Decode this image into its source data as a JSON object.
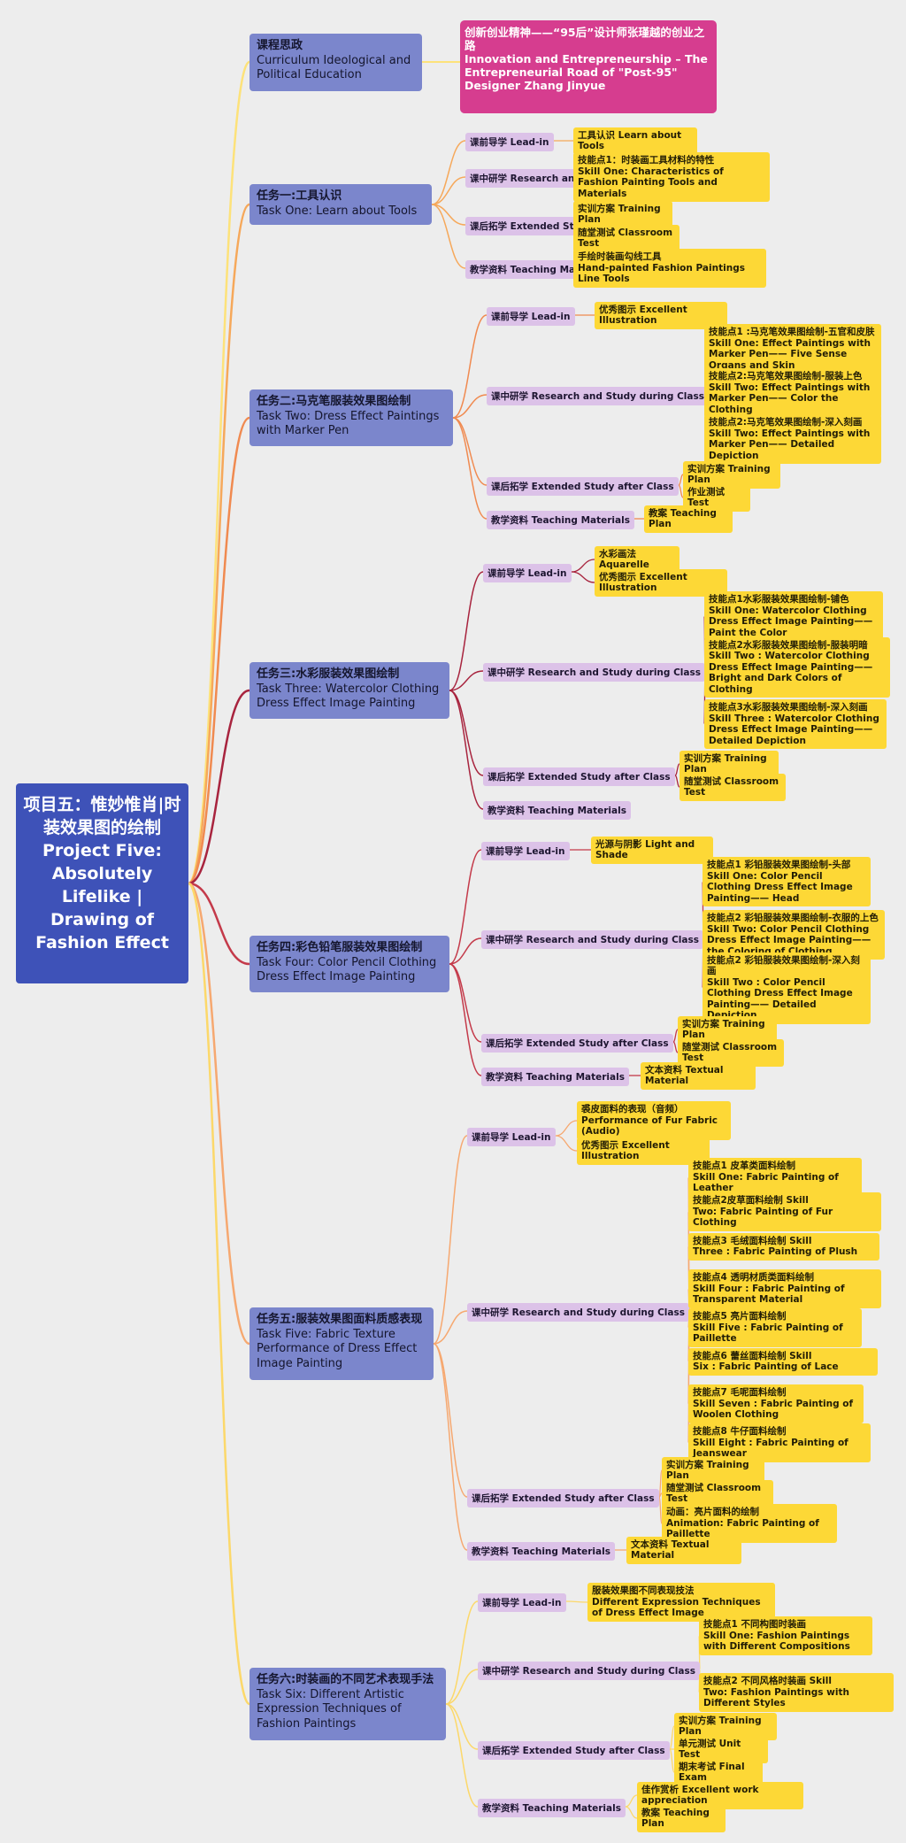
{
  "root": {
    "title_zh": "项目五：惟妙惟肖|时装效果图的绘制",
    "title_en": "Project Five: Absolutely Lifelike | Drawing of Fashion Effect"
  },
  "ideology": {
    "label_zh": "课程思政",
    "label_en": "Curriculum Ideological and Political Education",
    "item": [
      "创新创业精神——“95后”设计师张瑾越的创业之路",
      "Innovation and Entrepreneurship – The Entrepreneurial Road of \"Post-95\" Designer Zhang Jinyue"
    ]
  },
  "tasks": [
    {
      "zh": "任务一:工具认识",
      "en": "Task One: Learn about Tools",
      "color": "#f6a85a",
      "sections": [
        {
          "label": "课前导学 Lead-in",
          "leaves": [
            [
              "工具认识 Learn about Tools"
            ]
          ]
        },
        {
          "label": "课中研学 Research and Study during Class",
          "leaves": [
            [
              "技能点1：时装画工具材料的特性",
              "Skill One:  Characteristics of Fashion Painting Tools and Materials"
            ]
          ]
        },
        {
          "label": "课后拓学 Extended Study after Class",
          "leaves": [
            [
              "实训方案 Training Plan"
            ],
            [
              "随堂测试 Classroom Test"
            ]
          ]
        },
        {
          "label": "教学资料 Teaching Materials",
          "leaves": [
            [
              "手绘时装画勾线工具",
              "Hand-painted Fashion Paintings Line Tools"
            ]
          ]
        }
      ]
    },
    {
      "zh": "任务二:马克笔服装效果图绘制",
      "en": " Task Two: Dress Effect Paintings with Marker Pen",
      "color": "#f08a50",
      "sections": [
        {
          "label": "课前导学 Lead-in",
          "leaves": [
            [
              "优秀图示 Excellent Illustration"
            ]
          ]
        },
        {
          "label": "课中研学 Research and Study during Class",
          "leaves": [
            [
              "技能点1 :马克笔效果图绘制-五官和皮肤",
              "Skill One:  Effect Paintings with Marker Pen—— Five Sense Organs and Skin"
            ],
            [
              "技能点2:马克笔效果图绘制-服装上色",
              "Skill Two:  Effect Paintings with Marker Pen—— Color the Clothing"
            ],
            [
              "技能点2:马克笔效果图绘制-深入刻画",
              "Skill Two:  Effect Paintings with Marker Pen—— Detailed Depiction"
            ]
          ]
        },
        {
          "label": "课后拓学 Extended Study after Class",
          "leaves": [
            [
              "实训方案 Training Plan"
            ],
            [
              "作业测试 Test"
            ]
          ]
        },
        {
          "label": "教学资料 Teaching Materials",
          "leaves": [
            [
              "教案 Teaching Plan"
            ]
          ]
        }
      ]
    },
    {
      "zh": "任务三:水彩服装效果图绘制",
      "en": "Task Three: Watercolor Clothing Dress Effect Image Painting",
      "color": "#a8243e",
      "sections": [
        {
          "label": "课前导学  Lead-in",
          "leaves": [
            [
              "水彩画法 Aquarelle"
            ],
            [
              "优秀图示 Excellent Illustration"
            ]
          ]
        },
        {
          "label": "课中研学 Research and Study during Class",
          "leaves": [
            [
              "技能点1水彩服装效果图绘制-铺色",
              "Skill One:  Watercolor Clothing Dress Effect Image Painting——Paint the Color"
            ],
            [
              "技能点2水彩服装效果图绘制-服装明暗",
              "Skill Two : Watercolor Clothing Dress Effect Image Painting—— Bright and Dark Colors of Clothing"
            ],
            [
              "技能点3水彩服装效果图绘制-深入刻画",
              "Skill Three :  Watercolor Clothing Dress Effect Image Painting—— Detailed Depiction"
            ]
          ]
        },
        {
          "label": "课后拓学 Extended Study after Class",
          "leaves": [
            [
              "实训方案 Training Plan"
            ],
            [
              "随堂测试 Classroom Test"
            ]
          ]
        },
        {
          "label": "教学资料 Teaching Materials",
          "leaves": []
        }
      ]
    },
    {
      "zh": "任务四:彩色铅笔服装效果图绘制",
      "en": "Task Four: Color Pencil Clothing Dress Effect Image Painting",
      "color": "#c43a4a",
      "sections": [
        {
          "label": "课前导学 Lead-in",
          "leaves": [
            [
              "光源与阴影 Light and Shade"
            ]
          ]
        },
        {
          "label": "课中研学 Research and Study during Class",
          "leaves": [
            [
              "技能点1 彩铅服装效果图绘制-头部",
              "Skill One:  Color Pencil Clothing Dress Effect Image Painting—— Head"
            ],
            [
              "技能点2 彩铅服装效果图绘制-衣服的上色",
              "Skill Two:  Color Pencil Clothing Dress Effect Image Painting—— the Coloring of Clothing"
            ],
            [
              "技能点2 彩铅服装效果图绘制-深入刻画",
              "Skill Two : Color Pencil Clothing Dress Effect Image Painting—— Detailed Depiction"
            ]
          ]
        },
        {
          "label": "课后拓学 Extended Study after Class",
          "leaves": [
            [
              "实训方案 Training Plan"
            ],
            [
              "随堂测试 Classroom Test"
            ]
          ]
        },
        {
          "label": "教学资料 Teaching Materials",
          "leaves": [
            [
              "文本资料  Textual Material"
            ]
          ]
        }
      ]
    },
    {
      "zh": "任务五:服装效果图面料质感表现",
      "en": "Task Five: Fabric Texture Performance of Dress Effect Image Painting",
      "color": "#f6a870",
      "sections": [
        {
          "label": "课前导学 Lead-in",
          "leaves": [
            [
              "裘皮面料的表现（音频）",
              "Performance of Fur Fabric (Audio)"
            ],
            [
              "优秀图示 Excellent Illustration"
            ]
          ]
        },
        {
          "label": "课中研学 Research and Study during Class",
          "leaves": [
            [
              "技能点1 皮革类面料绘制",
              "Skill One:  Fabric Painting of Leather"
            ],
            [
              "技能点2皮草面料绘制                    Skill",
              "Two:  Fabric Painting of Fur Clothing"
            ],
            [
              "技能点3 毛绒面料绘制                    Skill",
              "Three : Fabric Painting of Plush"
            ],
            [
              "技能点4 透明材质类面料绘制",
              " Skill Four : Fabric Painting of Transparent Material"
            ],
            [
              "技能点5 亮片面料绘制",
              "Skill Five : Fabric Painting of Paillette"
            ],
            [
              "技能点6 蕾丝面料绘制                    Skill",
              "Six : Fabric Painting of Lace"
            ],
            [
              "技能点7 毛呢面料绘制",
              "Skill Seven : Fabric Painting of Woolen Clothing"
            ],
            [
              "技能点8 牛仔面料绘制",
              "Skill Eight : Fabric Painting of Jeanswear"
            ]
          ]
        },
        {
          "label": "课后拓学 Extended Study after Class",
          "leaves": [
            [
              "实训方案 Training Plan"
            ],
            [
              "随堂测试 Classroom Test"
            ],
            [
              "动画：亮片面料的绘制",
              "Animation:  Fabric Painting of Paillette"
            ]
          ]
        },
        {
          "label": "教学资料 Teaching Materials",
          "leaves": [
            [
              "文本资料  Textual Material"
            ]
          ]
        }
      ]
    },
    {
      "zh": "任务六:时装画的不同艺术表现手法",
      "en": "Task Six: Different Artistic Expression Techniques of Fashion Paintings",
      "color": "#fcd86a",
      "sections": [
        {
          "label": "课前导学 Lead-in",
          "leaves": [
            [
              "服装效果图不同表现技法",
              "Different Expression Techniques of Dress Effect Image"
            ]
          ]
        },
        {
          "label": "课中研学 Research and Study during Class",
          "leaves": [
            [
              "技能点1 不同构图时装画",
              "Skill One:  Fashion Paintings with Different Compositions"
            ],
            [
              "技能点2 不同风格时装画                     Skill",
              "Two:  Fashion Paintings with Different Styles"
            ]
          ]
        },
        {
          "label": "课后拓学 Extended Study after Class",
          "leaves": [
            [
              "实训方案 Training Plan"
            ],
            [
              "单元测试 Unit Test"
            ],
            [
              "期末考试 Final Exam"
            ]
          ]
        },
        {
          "label": "教学资料 Teaching Materials",
          "leaves": [
            [
              "佳作赏析 Excellent work appreciation"
            ],
            [
              "教案 Teaching Plan"
            ]
          ]
        }
      ]
    }
  ],
  "colors": {
    "root": "#3e52b8",
    "task": "#7b86cc",
    "section": "#dcc2e8",
    "leaf": "#fdd836",
    "ideology": "#d63d8f",
    "background": "#ededed",
    "ideology_line": "#fde27a"
  }
}
